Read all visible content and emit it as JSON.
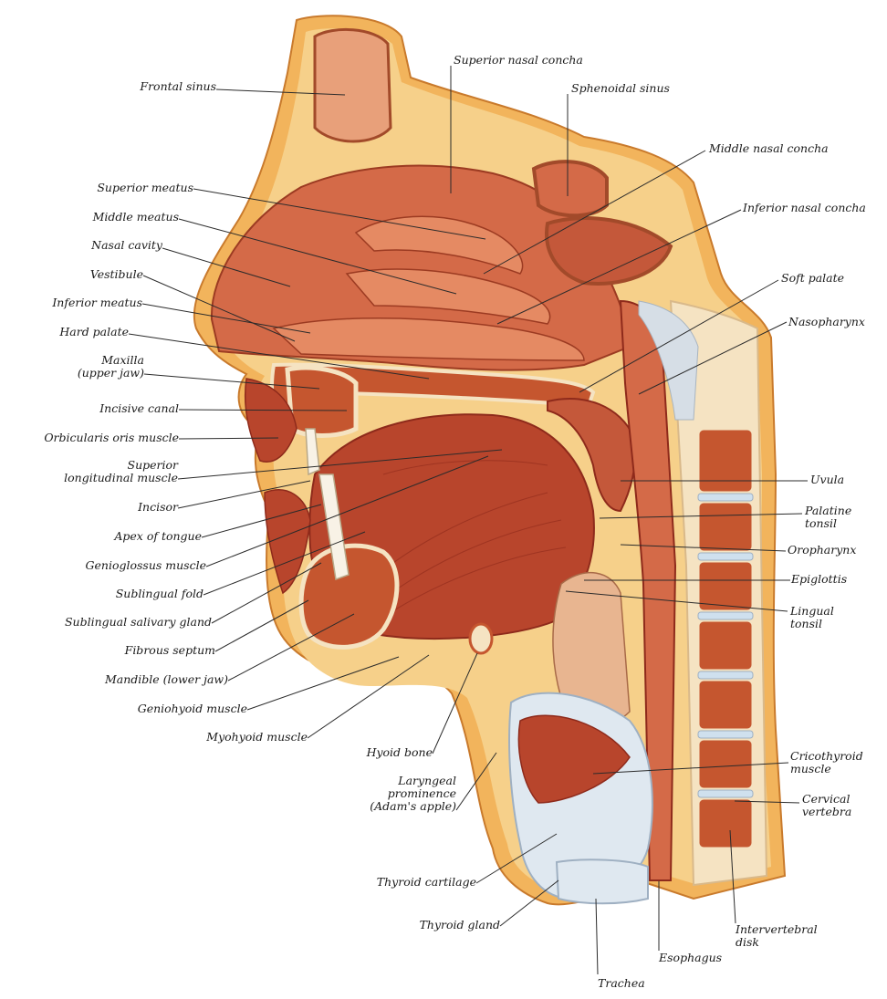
{
  "colors": {
    "skin": "#f2b45c",
    "fat": "#f6d08a",
    "muscle": "#b8452c",
    "muscle_dark": "#8e2a1b",
    "cavity": "#d46a48",
    "mucosa": "#e58a63",
    "bone": "#f5e3c2",
    "marrow": "#c5562f",
    "cartilage": "#dfe8f0",
    "disk": "#cfe0ee",
    "leader": "#2b2b2b"
  },
  "labels": {
    "frontal_sinus": "Frontal sinus",
    "superior_meatus": "Superior meatus",
    "middle_meatus": "Middle meatus",
    "nasal_cavity": "Nasal cavity",
    "vestibule": "Vestibule",
    "inferior_meatus": "Inferior meatus",
    "hard_palate": "Hard palate",
    "maxilla_1": "Maxilla",
    "maxilla_2": "(upper jaw)",
    "incisive_canal": "Incisive canal",
    "orbicularis": "Orbicularis oris muscle",
    "sup_long_1": "Superior",
    "sup_long_2": "longitudinal muscle",
    "incisor": "Incisor",
    "apex_tongue": "Apex of tongue",
    "genioglossus": "Genioglossus muscle",
    "sublingual_fold": "Sublingual fold",
    "sublingual_gland": "Sublingual salivary gland",
    "fibrous_septum": "Fibrous septum",
    "mandible": "Mandible (lower jaw)",
    "geniohyoid": "Geniohyoid muscle",
    "myohyoid": "Myohyoid muscle",
    "hyoid": "Hyoid bone",
    "laryngeal_1": "Laryngeal",
    "laryngeal_2": "prominence",
    "laryngeal_3": "(Adam's apple)",
    "thyroid_cart": "Thyroid cartilage",
    "thyroid_gland": "Thyroid gland",
    "trachea": "Trachea",
    "esophagus": "Esophagus",
    "interv_1": "Intervertebral",
    "interv_2": "disk",
    "superior_nasal_concha": "Superior nasal concha",
    "sphenoidal_sinus": "Sphenoidal sinus",
    "middle_nasal_concha": "Middle nasal concha",
    "inferior_nasal_concha": "Inferior nasal concha",
    "soft_palate": "Soft palate",
    "nasopharynx": "Nasopharynx",
    "uvula": "Uvula",
    "palatine_1": "Palatine",
    "palatine_2": "tonsil",
    "oropharynx": "Oropharynx",
    "epiglottis": "Epiglottis",
    "lingual_1": "Lingual",
    "lingual_2": "tonsil",
    "cricothyroid_1": "Cricothyroid",
    "cricothyroid_2": "muscle",
    "cervical_1": "Cervical",
    "cervical_2": "vertebra"
  }
}
